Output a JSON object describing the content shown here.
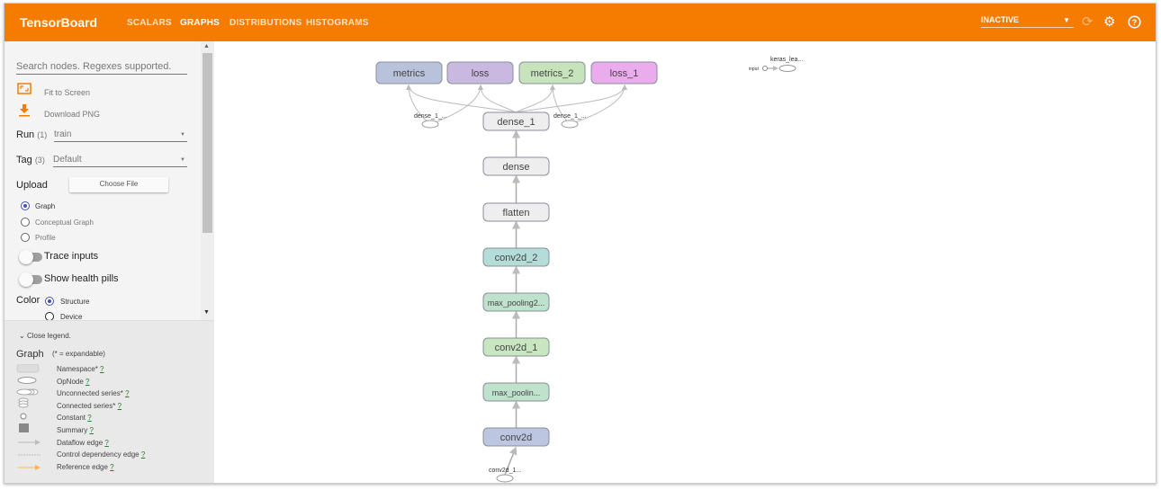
{
  "header": {
    "brand": "TensorBoard",
    "tabs": [
      {
        "label": "SCALARS"
      },
      {
        "label": "GRAPHS",
        "active": true
      },
      {
        "label": "DISTRIBUTIONS"
      },
      {
        "label": "HISTOGRAMS"
      }
    ],
    "run_state": "INACTIVE",
    "icons": [
      "refresh-icon",
      "gear-icon",
      "help-icon"
    ],
    "color": "#f57c00"
  },
  "sidebar": {
    "search_placeholder": "Search nodes. Regexes supported.",
    "fit": "Fit to Screen",
    "download": "Download PNG",
    "run_label": "Run",
    "run_count": "(1)",
    "run_value": "train",
    "tag_label": "Tag",
    "tag_count": "(3)",
    "tag_value": "Default",
    "upload_label": "Upload",
    "choose_file": "Choose File",
    "modes": [
      {
        "label": "Graph",
        "selected": true
      },
      {
        "label": "Conceptual Graph"
      },
      {
        "label": "Profile"
      }
    ],
    "trace_inputs": "Trace inputs",
    "health_pills": "Show health pills",
    "color_label": "Color",
    "color_options": [
      {
        "label": "Structure",
        "selected": true
      },
      {
        "label": "Device"
      }
    ]
  },
  "legend": {
    "close": "Close legend.",
    "title": "Graph",
    "note": "(* = expandable)",
    "q": "?",
    "items": [
      "Namespace*",
      "OpNode",
      "Unconnected series*",
      "Connected series*",
      "Constant",
      "Summary",
      "Dataflow edge",
      "Control dependency edge",
      "Reference edge"
    ]
  },
  "graph": {
    "nodes": [
      {
        "label": "metrics",
        "color": "#b8c3db"
      },
      {
        "label": "loss",
        "color": "#c9b8e0"
      },
      {
        "label": "metrics_2",
        "color": "#c6e3bb"
      },
      {
        "label": "loss_1",
        "color": "#eaaced"
      },
      {
        "label": "dense_1",
        "color": "#eeeeee"
      },
      {
        "label": "dense",
        "color": "#eeeeee"
      },
      {
        "label": "flatten",
        "color": "#eeeeee"
      },
      {
        "label": "conv2d_2",
        "color": "#b4dcd8"
      },
      {
        "label": "max_pooling2...",
        "color": "#bfe2cc"
      },
      {
        "label": "conv2d_1",
        "color": "#c8e6bf"
      },
      {
        "label": "max_poolin...",
        "color": "#bfe2cc"
      },
      {
        "label": "conv2d",
        "color": "#bcc6e0"
      }
    ],
    "ops": [
      {
        "label": "dense_1_..."
      },
      {
        "label": "dense_1_..."
      },
      {
        "label": "conv2d_1..."
      }
    ],
    "aux": {
      "label": "keras_lea...",
      "input": "input"
    }
  }
}
